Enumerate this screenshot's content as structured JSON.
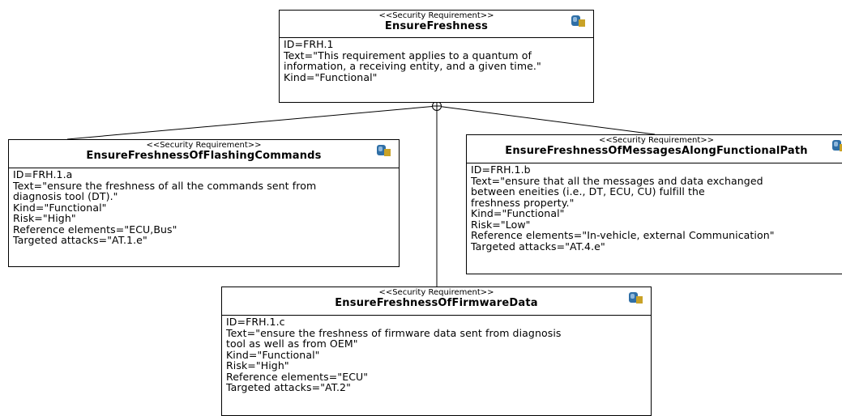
{
  "diagram": {
    "root": {
      "stereotype": "<<Security Requirement>>",
      "name": "EnsureFreshness",
      "lines": [
        "ID=FRH.1",
        "Text=\"This requirement applies to a quantum of",
        "information, a receiving entity, and a given time.\"",
        "Kind=\"Functional\""
      ]
    },
    "child_a": {
      "stereotype": "<<Security Requirement>>",
      "name": "EnsureFreshnessOfFlashingCommands",
      "lines": [
        "ID=FRH.1.a",
        "Text=\"ensure the freshness of all the commands sent from",
        "diagnosis tool (DT).\"",
        "Kind=\"Functional\"",
        "Risk=\"High\"",
        "Reference elements=\"ECU,Bus\"",
        "Targeted attacks=\"AT.1.e\""
      ]
    },
    "child_b": {
      "stereotype": "<<Security Requirement>>",
      "name": "EnsureFreshnessOfMessagesAlongFunctionalPath",
      "lines": [
        "ID=FRH.1.b",
        "Text=\"ensure that all the messages and data exchanged",
        "between eneities (i.e., DT, ECU, CU) fulfill the",
        "freshness property.\"",
        "Kind=\"Functional\"",
        "Risk=\"Low\"",
        "Reference elements=\"In-vehicle, external Communication\"",
        "Targeted attacks=\"AT.4.e\""
      ]
    },
    "child_c": {
      "stereotype": "<<Security Requirement>>",
      "name": "EnsureFreshnessOfFirmwareData",
      "lines": [
        "ID=FRH.1.c",
        "Text=\"ensure the freshness of firmware data sent from diagnosis",
        "tool as well as from OEM\"",
        "Kind=\"Functional\"",
        "Risk=\"High\"",
        "Reference elements=\"ECU\"",
        "Targeted attacks=\"AT.2\""
      ]
    },
    "icon": "requirement-icon",
    "colors": {
      "icon_blue": "#2f6fa6",
      "icon_gold": "#c9a227",
      "line": "#000000"
    }
  }
}
